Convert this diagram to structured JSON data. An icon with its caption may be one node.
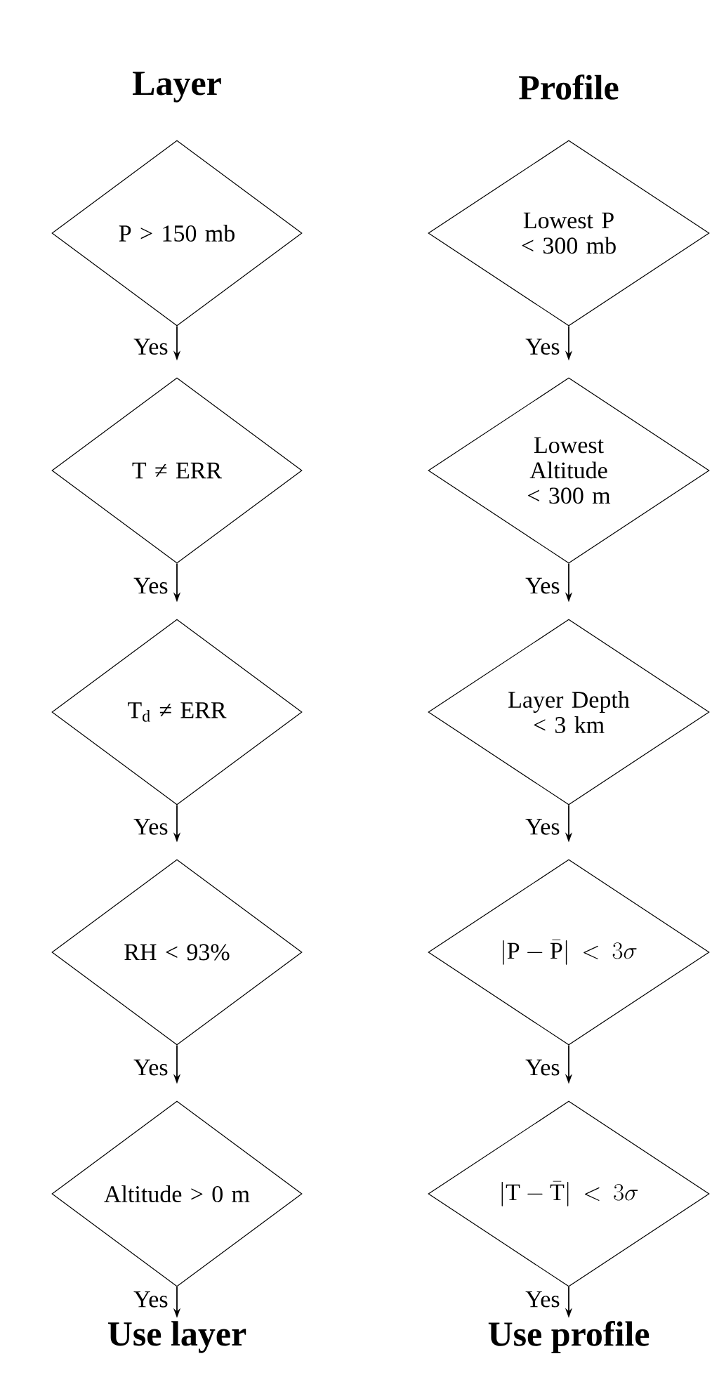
{
  "diagram": {
    "nodes": [
      {
        "text": [
          "P > 150 mb"
        ]
      },
      {
        "text": [
          "T ≠ ERR"
        ]
      },
      {
        "text": [
          "T$_{d}$ ≠ ERR"
        ]
      },
      {
        "text": [
          "RH < 93%"
        ]
      },
      {
        "text": [
          "Altitude > 0 m"
        ]
      },
      {
        "text": [
          "Use layer"
        ]
      },
      {
        "text": [
          "Lowest P < 300 mb"
        ]
      },
      {
        "text": [
          "Lowest Altitude < 300 m"
        ]
      },
      {
        "text": [
          "Layer Depth < 3 km"
        ]
      },
      {
        "text": [
          "\\left|\\mathrm{P}-\\bar{\\mathrm{P}}\\right| < 3\\sigma"
        ]
      },
      {
        "text": [
          "\\left|\\mathrm{T}-\\bar{\\mathrm{T}}\\right| < 3\\sigma"
        ]
      },
      {
        "text": [
          "Use profile"
        ]
      }
    ],
    "edges": [
      {
        "from": 0,
        "to": 1,
        "arrow": "to",
        "label": "Yes"
      },
      {
        "from": 1,
        "to": 2,
        "arrow": "to",
        "label": "Yes"
      },
      {
        "from": 2,
        "to": 3,
        "arrow": "to",
        "label": "Yes"
      },
      {
        "from": 3,
        "to": 4,
        "arrow": "to",
        "label": "Yes"
      },
      {
        "from": 4,
        "to": 5,
        "arrow": "to",
        "label": "Yes"
      },
      {
        "from": 6,
        "to": 7,
        "arrow": "to",
        "label": "Yes"
      },
      {
        "from": 7,
        "to": 8,
        "arrow": "to",
        "label": "Yes"
      },
      {
        "from": 8,
        "to": 9,
        "arrow": "to",
        "label": "Yes"
      },
      {
        "from": 9,
        "to": 10,
        "arrow": "to",
        "label": "Yes"
      },
      {
        "from": 10,
        "to": 11,
        "arrow": "to",
        "label": "Yes"
      }
    ],
    "labels": [
      "Layer",
      "Profile"
    ]
  }
}
